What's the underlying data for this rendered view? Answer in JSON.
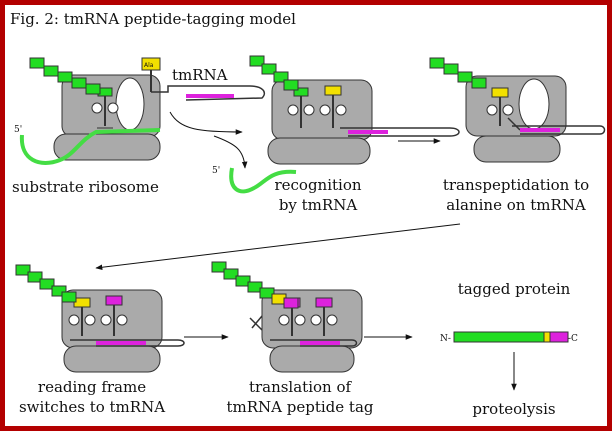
{
  "figure": {
    "title": "Fig. 2: tmRNA peptide-tagging model",
    "colors": {
      "frame": "#b30000",
      "aa_green": "#22dd22",
      "mrna_green": "#44dd44",
      "tmrna_magenta": "#dd22dd",
      "alanine_yellow": "#f2e000",
      "ribosome_gray": "#aaaaaa"
    },
    "labels": {
      "tmrna": "tmRNA",
      "five_prime": "5'",
      "ala": "Ala",
      "n_terminus": "N-",
      "c_terminus": "-C"
    },
    "steps": [
      {
        "caption_lines": [
          "substrate ribosome"
        ]
      },
      {
        "caption_lines": [
          "recognition",
          "by tmRNA"
        ]
      },
      {
        "caption_lines": [
          "transpeptidation to",
          "alanine on tmRNA"
        ]
      },
      {
        "caption_lines": [
          "reading frame",
          "switches to tmRNA"
        ]
      },
      {
        "caption_lines": [
          "translation of",
          "tmRNA peptide tag"
        ]
      },
      {
        "caption_lines": [
          "tagged protein"
        ]
      },
      {
        "caption_lines": [
          "proteolysis"
        ]
      }
    ]
  }
}
